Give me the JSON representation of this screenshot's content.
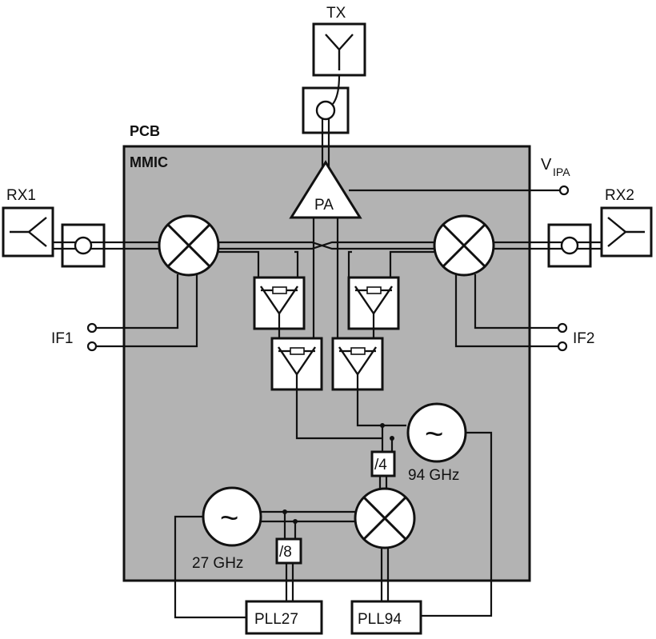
{
  "labels": {
    "tx": "TX",
    "pcb": "PCB",
    "mmic": "MMIC",
    "v_main": "V",
    "v_sub": "IPA",
    "pa": "PA",
    "rx1": "RX1",
    "rx2": "RX2",
    "if1": "IF1",
    "if2": "IF2",
    "div4": "/4",
    "div8": "/8",
    "osc94": "94 GHz",
    "osc27": "27 GHz",
    "pll27": "PLL27",
    "pll94": "PLL94",
    "osc_symbol": "~"
  },
  "colors": {
    "pcb_fill": "#ffffff",
    "mmic_fill": "#b3b3b3",
    "line": "#111111"
  }
}
